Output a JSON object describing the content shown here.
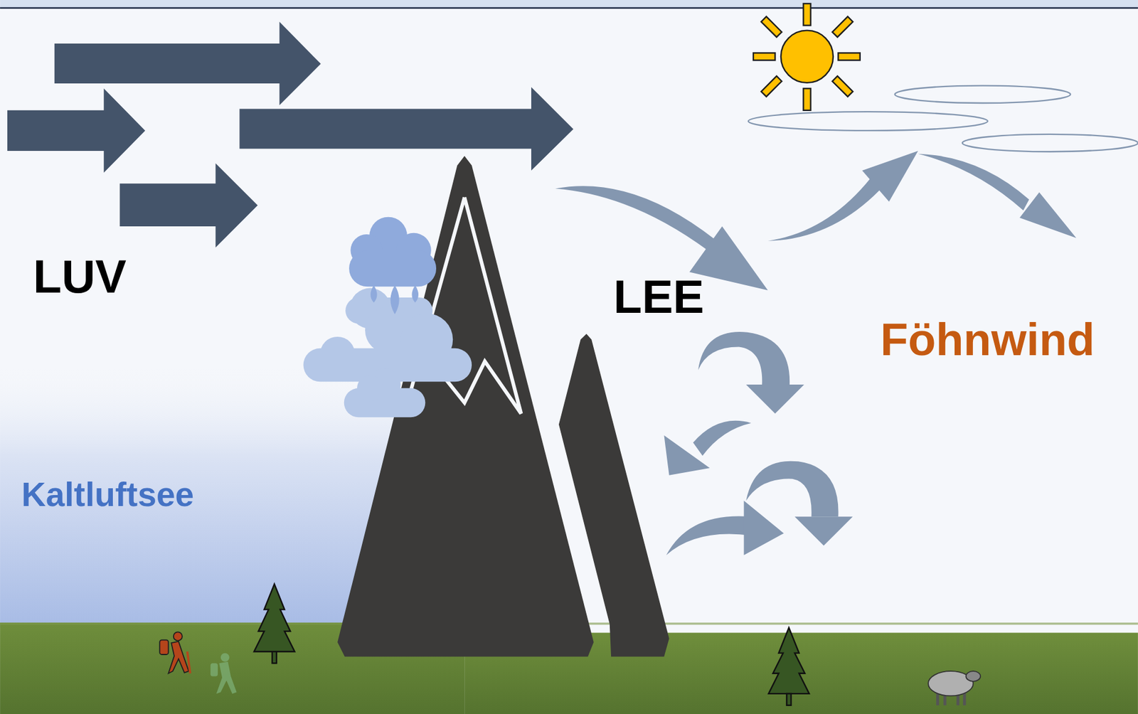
{
  "diagram": {
    "labels": [
      "LUV",
      "LEE",
      "Föhnwind",
      "Kaltluftsee"
    ]
  }
}
